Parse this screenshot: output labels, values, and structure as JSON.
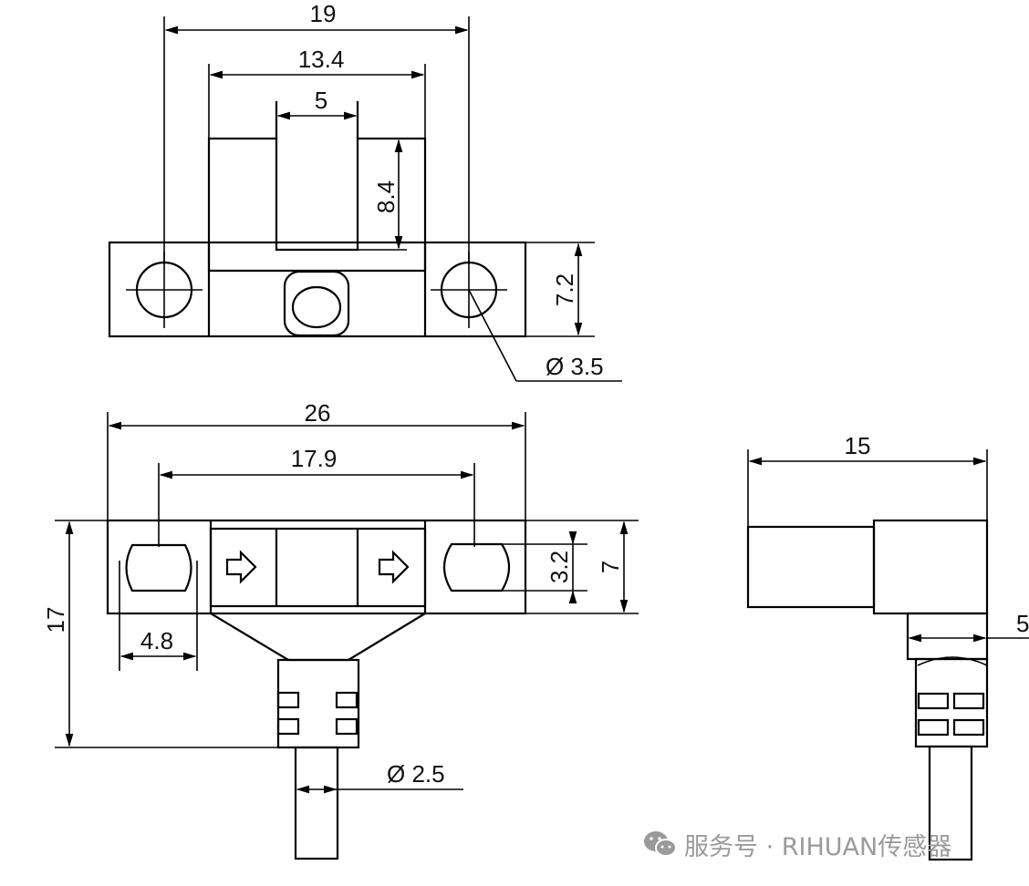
{
  "front_view": {
    "dim_overall_width": "19",
    "dim_slot_width": "13.4",
    "dim_inner_width": "5",
    "dim_slot_depth": "8.4",
    "dim_height": "7.2",
    "dim_hole_dia": "Ø 3.5"
  },
  "top_view": {
    "dim_length": "26",
    "dim_hole_pitch": "17.9",
    "dim_width": "7",
    "dim_slot_height": "3.2",
    "dim_slot_length": "4.8",
    "dim_total_height": "17",
    "dim_cable_dia": "Ø 2.5"
  },
  "side_view": {
    "dim_depth": "15",
    "dim_cable_offset": "5"
  },
  "watermark": {
    "icon": "wechat-icon",
    "text": "服务号 · RIHUAN传感器"
  }
}
